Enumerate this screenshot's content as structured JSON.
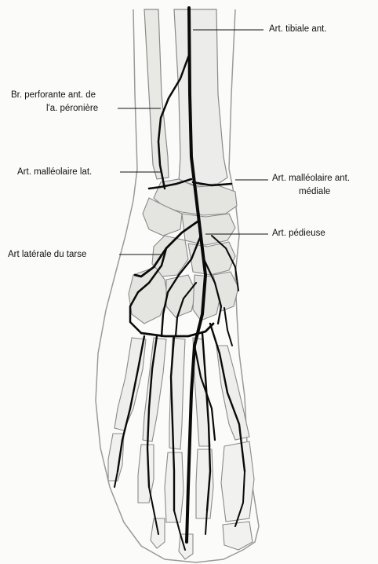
{
  "labels": {
    "tibiale_ant": "Art. tibiale ant.",
    "perforante_line1": "Br. perforante ant. de",
    "perforante_line2": "l'a. péronière",
    "malleolaire_lat": "Art. malléolaire lat.",
    "malleolaire_med_line1": "Art. malléolaire ant.",
    "malleolaire_med_line2": "médiale",
    "pedieuse": "Art. pédieuse",
    "laterale_tarse": "Art latérale du tarse"
  },
  "colors": {
    "artery": "#0a0a0a",
    "outline": "#8a8a8a",
    "bone_fill": "#e6e6e3",
    "background": "#fbfbfa"
  }
}
